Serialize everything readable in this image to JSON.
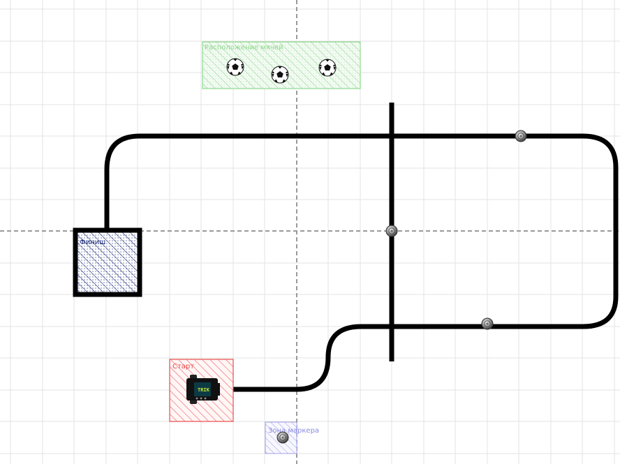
{
  "zones": {
    "balls_zone": {
      "label": "Расположение мячей",
      "color": "#7ed47e"
    },
    "start_zone": {
      "label": "Старт",
      "color": "#e84a4a"
    },
    "finish_zone": {
      "label": "Финиш",
      "color": "#1a2a7a"
    },
    "marker_zone": {
      "label": "Зона маркера",
      "color": "#8a8ae0"
    }
  },
  "robot": {
    "brand": "TRIK",
    "body_color": "#111111",
    "screen_color": "#0c3a44",
    "text_color": "#c8e630"
  },
  "icons": {
    "ball": "soccer-ball-icon",
    "can": "can-icon"
  },
  "colors": {
    "grid": "#e3e3e3",
    "axis": "#9a9a9a",
    "line": "#000000"
  }
}
